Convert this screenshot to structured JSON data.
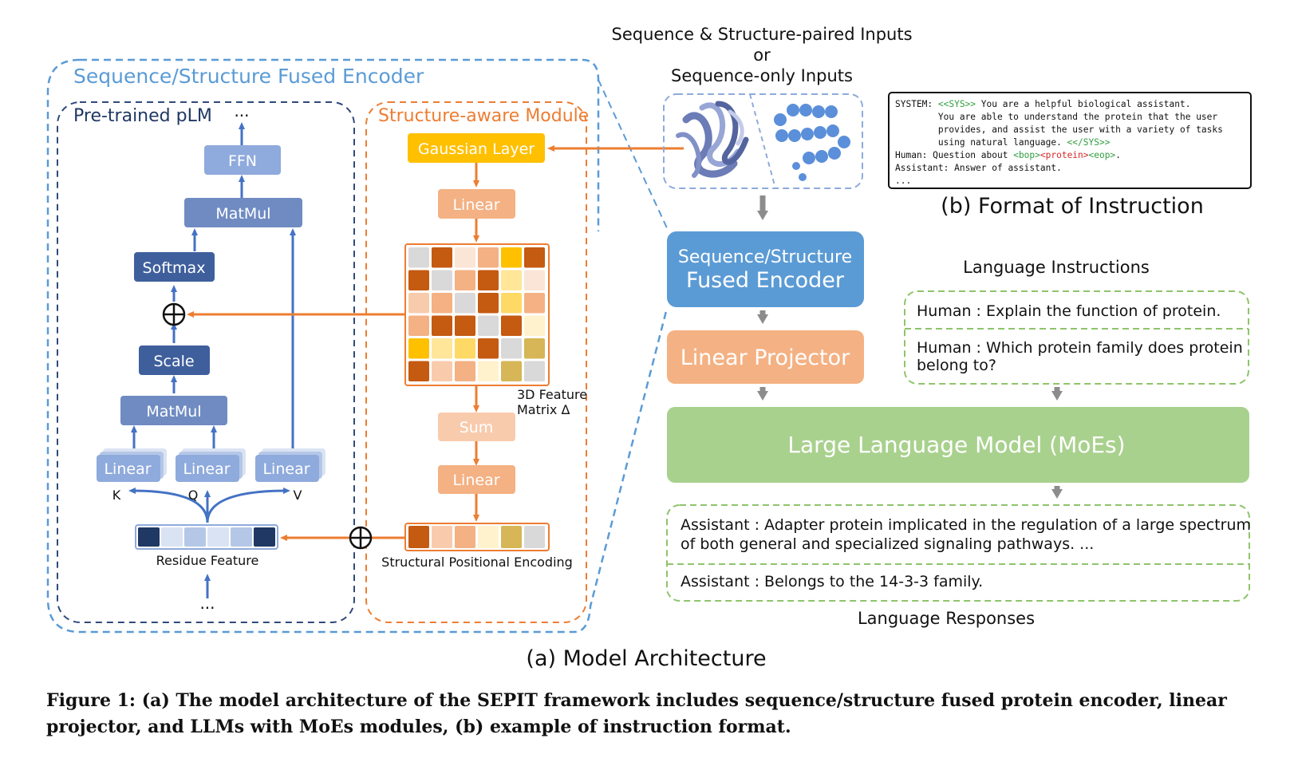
{
  "encoder": {
    "title": "Sequence/Structure Fused Encoder",
    "plm": {
      "title": "Pre-trained pLM",
      "top_dots": "...",
      "ffn": "FFN",
      "matmul_top": "MatMul",
      "softmax": "Softmax",
      "scale": "Scale",
      "matmul_bottom": "MatMul",
      "linear_k": "Linear",
      "linear_q": "Linear",
      "linear_v": "Linear",
      "label_k": "K",
      "label_q": "Q",
      "label_v": "V",
      "residue_feature": "Residue Feature",
      "bottom_dots": "..."
    },
    "structure": {
      "title": "Structure-aware Module",
      "gaussian": "Gaussian Layer",
      "linear1": "Linear",
      "matrix_label_line1": "3D Feature",
      "matrix_label_line2": "Matrix Δ",
      "sum": "Sum",
      "linear2": "Linear",
      "spe": "Structural Positional Encoding",
      "matrix_colors": [
        [
          "#d9d9d9",
          "#c55a11",
          "#fbe5d6",
          "#f4b183",
          "#ffc000",
          "#c55a11"
        ],
        [
          "#c55a11",
          "#d9d9d9",
          "#f4b183",
          "#c55a11",
          "#ffe699",
          "#fbe5d6"
        ],
        [
          "#f8cbad",
          "#f4b183",
          "#d9d9d9",
          "#c55a11",
          "#ffd966",
          "#f4b183"
        ],
        [
          "#f4b183",
          "#c55a11",
          "#c55a11",
          "#d9d9d9",
          "#c55a11",
          "#fff2cc"
        ],
        [
          "#ffc000",
          "#ffe699",
          "#ffd966",
          "#c55a11",
          "#d9d9d9",
          "#d6b656"
        ],
        [
          "#c55a11",
          "#f8cbad",
          "#f4b183",
          "#fff2cc",
          "#d6b656",
          "#d9d9d9"
        ]
      ],
      "spe_colors": [
        "#c55a11",
        "#f8cbad",
        "#f4b183",
        "#fff2cc",
        "#d6b656",
        "#d9d9d9"
      ]
    },
    "residue_colors": [
      "#1f3864",
      "#dae3f3",
      "#b4c7e7",
      "#dae3f3",
      "#b4c7e7",
      "#1f3864"
    ]
  },
  "inputs": {
    "line1": "Sequence & Structure-paired Inputs",
    "line2": "or",
    "line3": "Sequence-only Inputs"
  },
  "pipeline": {
    "encoder_line1": "Sequence/Structure",
    "encoder_line2": "Fused Encoder",
    "projector": "Linear Projector",
    "llm": "Large Language Model (MoEs)"
  },
  "instruction_format": {
    "lines": [
      {
        "prefix": "SYSTEM: ",
        "tag_open": "<<SYS>>",
        "text": " You are a helpful biological assistant."
      },
      {
        "prefix": "        ",
        "text": "You are able to understand the protein that the user"
      },
      {
        "prefix": "        ",
        "text": "provides, and assist the user with a variety of tasks"
      },
      {
        "prefix": "        ",
        "text": "using natural language. ",
        "tag_close": "<</SYS>>"
      },
      {
        "prefix": "Human: ",
        "text": "Question about ",
        "bop": "<bop>",
        "protein": "<protein>",
        "eop": "<eop>",
        "end": "."
      },
      {
        "prefix": "Assistant: ",
        "text": "Answer of assistant."
      },
      {
        "prefix": "",
        "text": "..."
      }
    ],
    "caption": "(b) Format of Instruction",
    "tag_color": "#2e9e3c",
    "protein_color": "#d62728"
  },
  "language_instructions": {
    "title": "Language Instructions",
    "item1": "Human : Explain the function of protein.",
    "item2_line1": "Human : Which protein family does protein",
    "item2_line2": "belong to?"
  },
  "language_responses": {
    "title": "Language Responses",
    "item1_line1": "Assistant : Adapter protein implicated in the regulation of a large spectrum",
    "item1_line2": "of both general and specialized signaling pathways.    ...",
    "item2": "Assistant : Belongs to the 14-3-3 family."
  },
  "sub_caption_a": "(a) Model Architecture",
  "figure_caption": "Figure 1: (a) The model architecture of the SEPIT framework includes sequence/structure fused protein encoder, linear projector, and LLMs with MoEs modules, (b) example of instruction format.",
  "colors": {
    "encoder_blue": "#5b9bd5",
    "plm_navy": "#2f4a7a",
    "structure_orange": "#ed7d31",
    "llm_green": "#a9d18e",
    "dashed_green": "#8fc46a",
    "projector": "#f4b183",
    "gaussian": "#ffc000"
  }
}
